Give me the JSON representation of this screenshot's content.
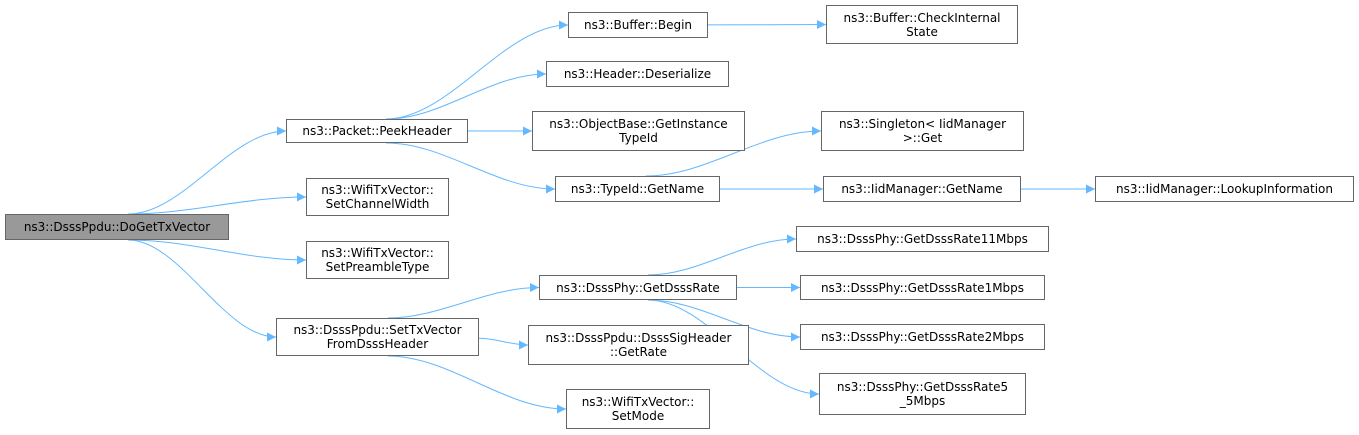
{
  "colors": {
    "edge": "#63b8ff",
    "node_border": "#666666",
    "root_fill": "#999999",
    "node_fill": "#ffffff"
  },
  "nodes": {
    "root": {
      "line1": "ns3::DsssPpdu::DoGetTxVector"
    },
    "peek_header": {
      "line1": "ns3::Packet::PeekHeader"
    },
    "set_channel_width": {
      "line1": "ns3::WifiTxVector::",
      "line2": "SetChannelWidth"
    },
    "set_preamble_type": {
      "line1": "ns3::WifiTxVector::",
      "line2": "SetPreambleType"
    },
    "set_tx_vector_from_dsss_header": {
      "line1": "ns3::DsssPpdu::SetTxVector",
      "line2": "FromDsssHeader"
    },
    "buffer_begin": {
      "line1": "ns3::Buffer::Begin"
    },
    "header_deserialize": {
      "line1": "ns3::Header::Deserialize"
    },
    "objectbase_get_instance_typeid": {
      "line1": "ns3::ObjectBase::GetInstance",
      "line2": "TypeId"
    },
    "typeid_get_name": {
      "line1": "ns3::TypeId::GetName"
    },
    "buffer_check_internal_state": {
      "line1": "ns3::Buffer::CheckInternal",
      "line2": "State"
    },
    "singleton_iidmanager_get": {
      "line1": "ns3::Singleton< IidManager",
      "line2": ">::Get"
    },
    "iidmanager_get_name": {
      "line1": "ns3::IidManager::GetName"
    },
    "iidmanager_lookup_information": {
      "line1": "ns3::IidManager::LookupInformation"
    },
    "dsssphy_get_dsss_rate": {
      "line1": "ns3::DsssPhy::GetDsssRate"
    },
    "dssssigheader_get_rate": {
      "line1": "ns3::DsssPpdu::DsssSigHeader",
      "line2": "::GetRate"
    },
    "wifitxvector_set_mode": {
      "line1": "ns3::WifiTxVector::",
      "line2": "SetMode"
    },
    "get_dsss_rate_11mbps": {
      "line1": "ns3::DsssPhy::GetDsssRate11Mbps"
    },
    "get_dsss_rate_1mbps": {
      "line1": "ns3::DsssPhy::GetDsssRate1Mbps"
    },
    "get_dsss_rate_2mbps": {
      "line1": "ns3::DsssPhy::GetDsssRate2Mbps"
    },
    "get_dsss_rate_5_5mbps": {
      "line1": "ns3::DsssPhy::GetDsssRate5",
      "line2": "_5Mbps"
    }
  },
  "edges": [
    [
      "root",
      "peek_header"
    ],
    [
      "root",
      "set_channel_width"
    ],
    [
      "root",
      "set_preamble_type"
    ],
    [
      "root",
      "set_tx_vector_from_dsss_header"
    ],
    [
      "peek_header",
      "buffer_begin"
    ],
    [
      "peek_header",
      "header_deserialize"
    ],
    [
      "peek_header",
      "objectbase_get_instance_typeid"
    ],
    [
      "peek_header",
      "typeid_get_name"
    ],
    [
      "buffer_begin",
      "buffer_check_internal_state"
    ],
    [
      "typeid_get_name",
      "singleton_iidmanager_get"
    ],
    [
      "typeid_get_name",
      "iidmanager_get_name"
    ],
    [
      "iidmanager_get_name",
      "iidmanager_lookup_information"
    ],
    [
      "set_tx_vector_from_dsss_header",
      "dsssphy_get_dsss_rate"
    ],
    [
      "set_tx_vector_from_dsss_header",
      "dssssigheader_get_rate"
    ],
    [
      "set_tx_vector_from_dsss_header",
      "wifitxvector_set_mode"
    ],
    [
      "dsssphy_get_dsss_rate",
      "get_dsss_rate_11mbps"
    ],
    [
      "dsssphy_get_dsss_rate",
      "get_dsss_rate_1mbps"
    ],
    [
      "dsssphy_get_dsss_rate",
      "get_dsss_rate_2mbps"
    ],
    [
      "dsssphy_get_dsss_rate",
      "get_dsss_rate_5_5mbps"
    ]
  ]
}
